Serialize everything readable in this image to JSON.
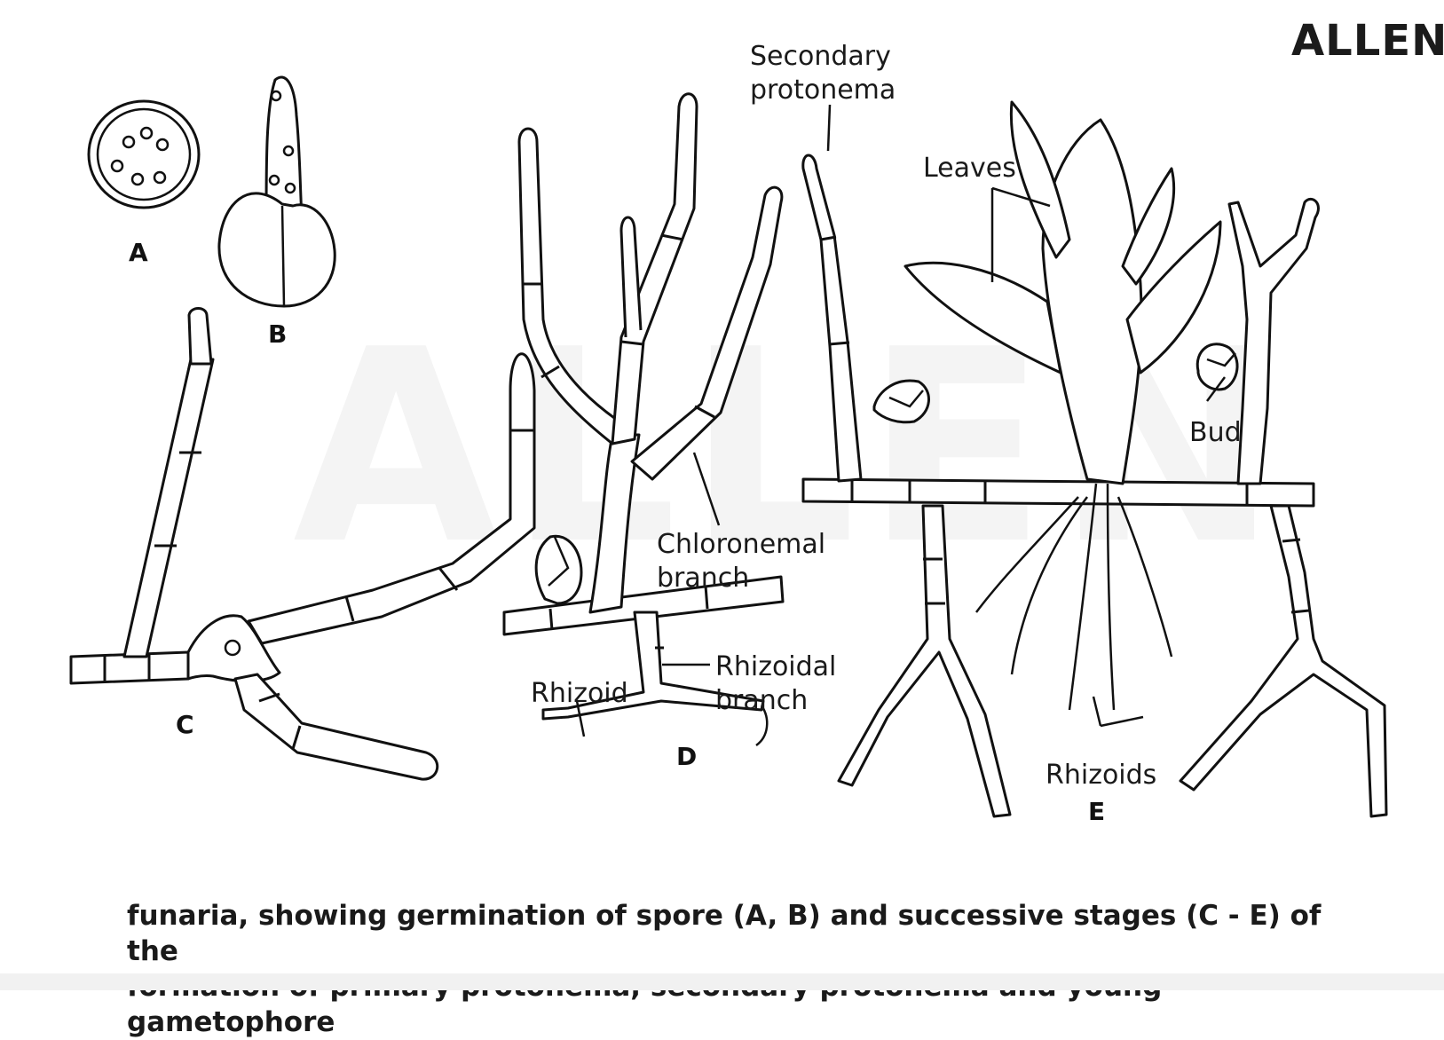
{
  "brand": {
    "logo_text": "ALLEN",
    "watermark_text": "ALLEN"
  },
  "figure_labels": {
    "a": "A",
    "b": "B",
    "c": "C",
    "d": "D",
    "e": "E"
  },
  "labels": {
    "secondary_protonema_line1": "Secondary",
    "secondary_protonema_line2": "protonema",
    "leaves": "Leaves",
    "bud": "Bud",
    "chloronemal_line1": "Chloronemal",
    "chloronemal_line2": "branch",
    "rhizoidal_line1": "Rhizoidal",
    "rhizoidal_line2": "branch",
    "rhizoid": "Rhizoid",
    "rhizoids": "Rhizoids"
  },
  "caption": {
    "line1": "funaria, showing germination of spore (A, B) and successive stages (C - E) of the",
    "line2": "formation of primary protonema, secondary protonema and young gametophore"
  }
}
